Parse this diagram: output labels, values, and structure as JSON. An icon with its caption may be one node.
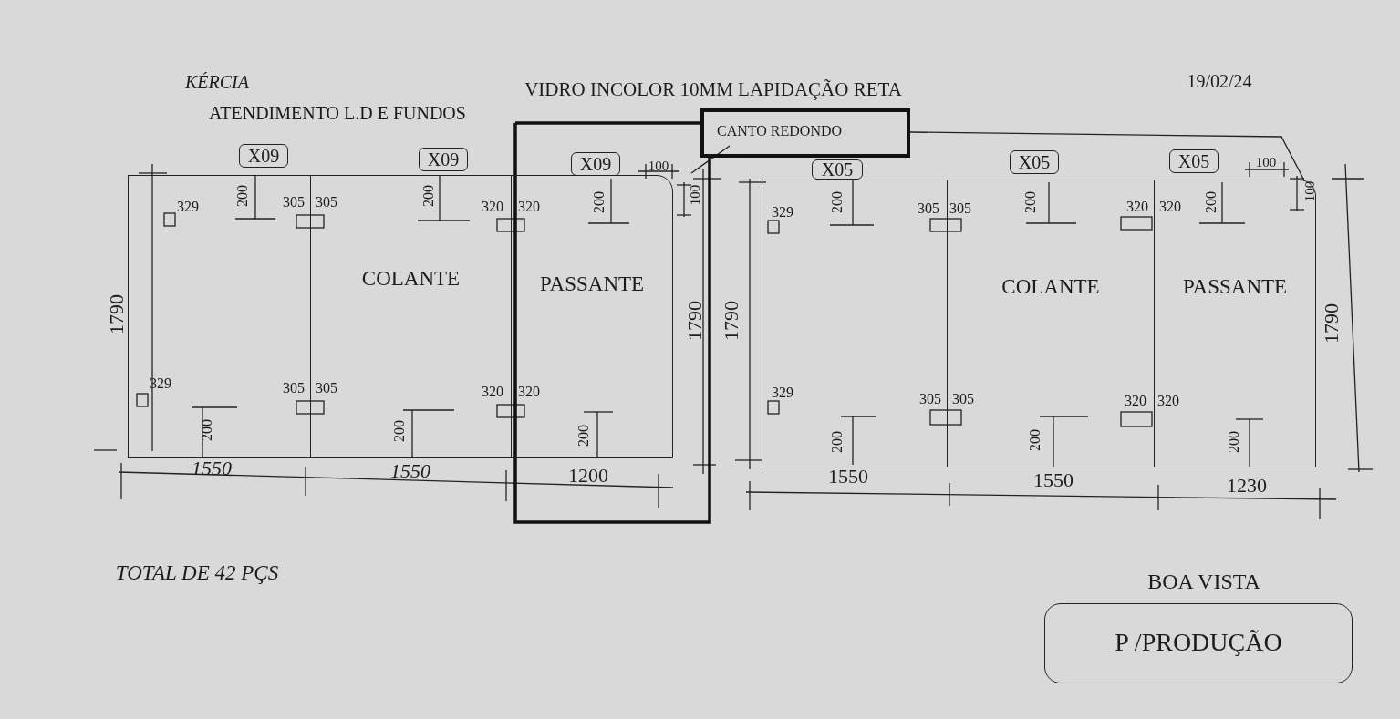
{
  "diagram": {
    "title": "VIDRO INCOLOR 10MM LAPIDAÇÃO RETA",
    "nodes": [
      {
        "text": [
          "CANTO REDONDO"
        ]
      },
      {
        "text": [
          "X09"
        ]
      },
      {
        "text": [
          "X09"
        ]
      },
      {
        "text": [
          "X09"
        ]
      },
      {
        "text": [
          "X05"
        ]
      },
      {
        "text": [
          "X05"
        ]
      },
      {
        "text": [
          "X05"
        ]
      },
      {
        "text": [],
        "shape": "box"
      },
      {
        "text": [
          "COLANTE"
        ]
      },
      {
        "text": [
          "PASSANTE"
        ]
      },
      {
        "text": [],
        "shape": "box"
      },
      {
        "text": [
          "COLANTE"
        ]
      },
      {
        "text": [
          "PASSANTE"
        ]
      },
      {
        "text": [
          "P /PRODUÇÃO"
        ]
      }
    ],
    "edges": [
      {
        "from": 0,
        "to": 12,
        "arrow": "none"
      }
    ],
    "labels": [
      "KÉRCIA",
      "ATENDIMENTO L.D E FUNDOS",
      "19/02/24",
      "100",
      "100",
      "1790",
      "1790",
      "329",
      "200",
      "305",
      "305",
      "200",
      "320",
      "320",
      "200",
      "329",
      "305",
      "305",
      "320",
      "320",
      "200",
      "200",
      "200",
      "1550",
      "1550",
      "1200",
      "100",
      "100",
      "1790",
      "1790",
      "329",
      "200",
      "305",
      "305",
      "200",
      "320",
      "320",
      "200",
      "329",
      "305",
      "305",
      "320",
      "320",
      "200",
      "200",
      "200",
      "1550",
      "1550",
      "1230",
      "TOTAL DE 42 PÇS",
      "BOA VISTA"
    ]
  }
}
